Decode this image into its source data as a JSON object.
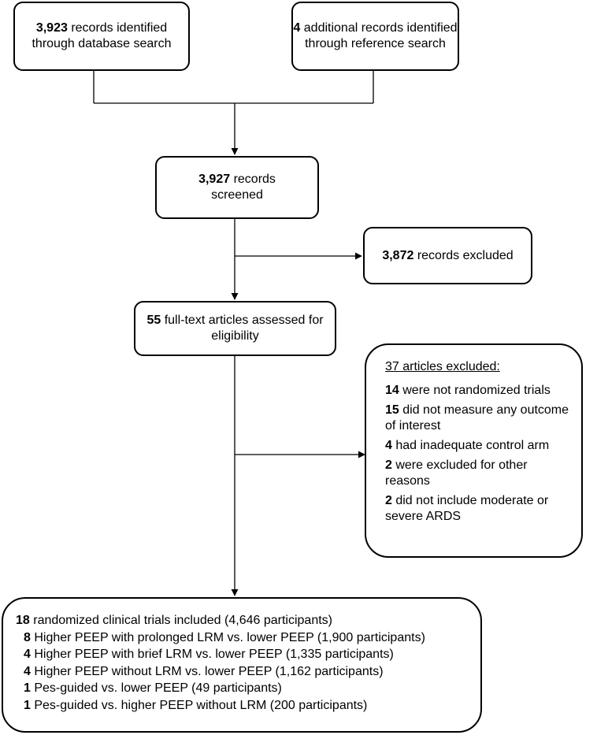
{
  "db_search": {
    "count": "3,923",
    "text": " records identified through database search"
  },
  "ref_search": {
    "count": "4",
    "text": " additional records identified through reference search"
  },
  "screened": {
    "count": "3,927",
    "text": " records screened"
  },
  "excluded_records": {
    "count": "3,872",
    "text": " records excluded"
  },
  "fulltext": {
    "count": "55",
    "text": " full-text articles assessed for eligibility"
  },
  "articles_excluded": {
    "count": "37",
    "text": " articles excluded:",
    "reasons": [
      {
        "count": "14",
        "text": " were not randomized trials"
      },
      {
        "count": "15",
        "text": " did not measure any outcome of interest"
      },
      {
        "count": "4",
        "text": " had inadequate control arm"
      },
      {
        "count": "2",
        "text": " were excluded for other reasons"
      },
      {
        "count": "2",
        "text": " did not include moderate or severe ARDS"
      }
    ]
  },
  "included": {
    "count": "18",
    "text": " randomized clinical trials included (4,646 participants)",
    "groups": [
      {
        "count": "8",
        "text": " Higher PEEP with prolonged LRM vs. lower PEEP (1,900 participants)"
      },
      {
        "count": "4",
        "text": " Higher PEEP with brief LRM vs. lower PEEP (1,335 participants)"
      },
      {
        "count": "4",
        "text": " Higher PEEP without LRM vs. lower PEEP (1,162 participants)"
      },
      {
        "count": "1",
        "text": " Pes-guided vs. lower PEEP (49 participants)"
      },
      {
        "count": "1",
        "text": " Pes-guided vs. higher PEEP without LRM (200 participants)"
      }
    ]
  }
}
